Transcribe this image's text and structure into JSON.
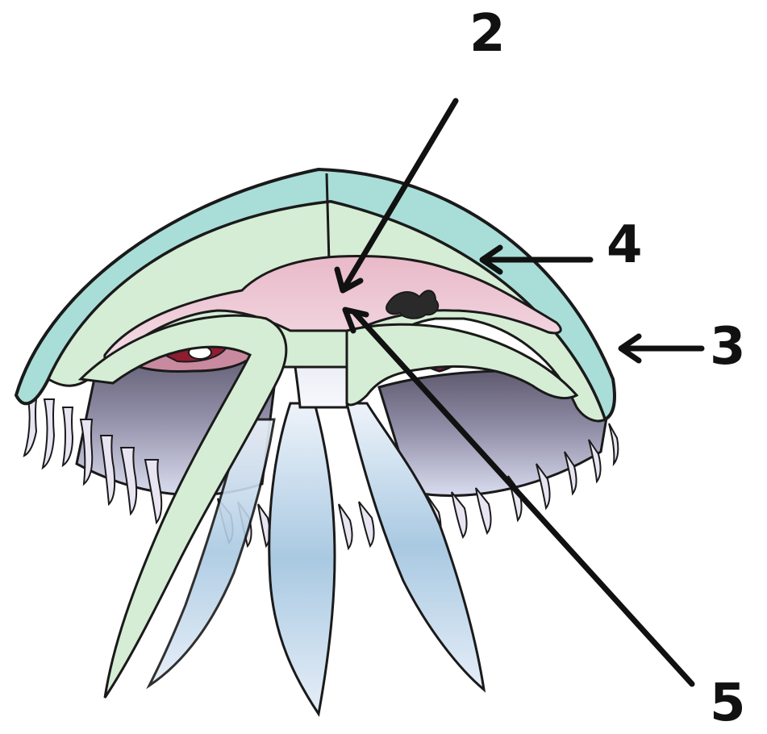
{
  "diagram": {
    "labels": [
      {
        "id": "2",
        "text": "2"
      },
      {
        "id": "4",
        "text": "4"
      },
      {
        "id": "3",
        "text": "3"
      },
      {
        "id": "5",
        "text": "5"
      }
    ]
  },
  "colors": {
    "outline": "#1a1a1a",
    "mesoglea_green": "#d4ecd3",
    "outer_teal": "#a6ded8",
    "gastric_pink": "#e8bfcc",
    "gonad_red": "#8e1d32",
    "subumbrella_grey": "#8e8ca2",
    "arm_blue": "#9fc4de"
  }
}
